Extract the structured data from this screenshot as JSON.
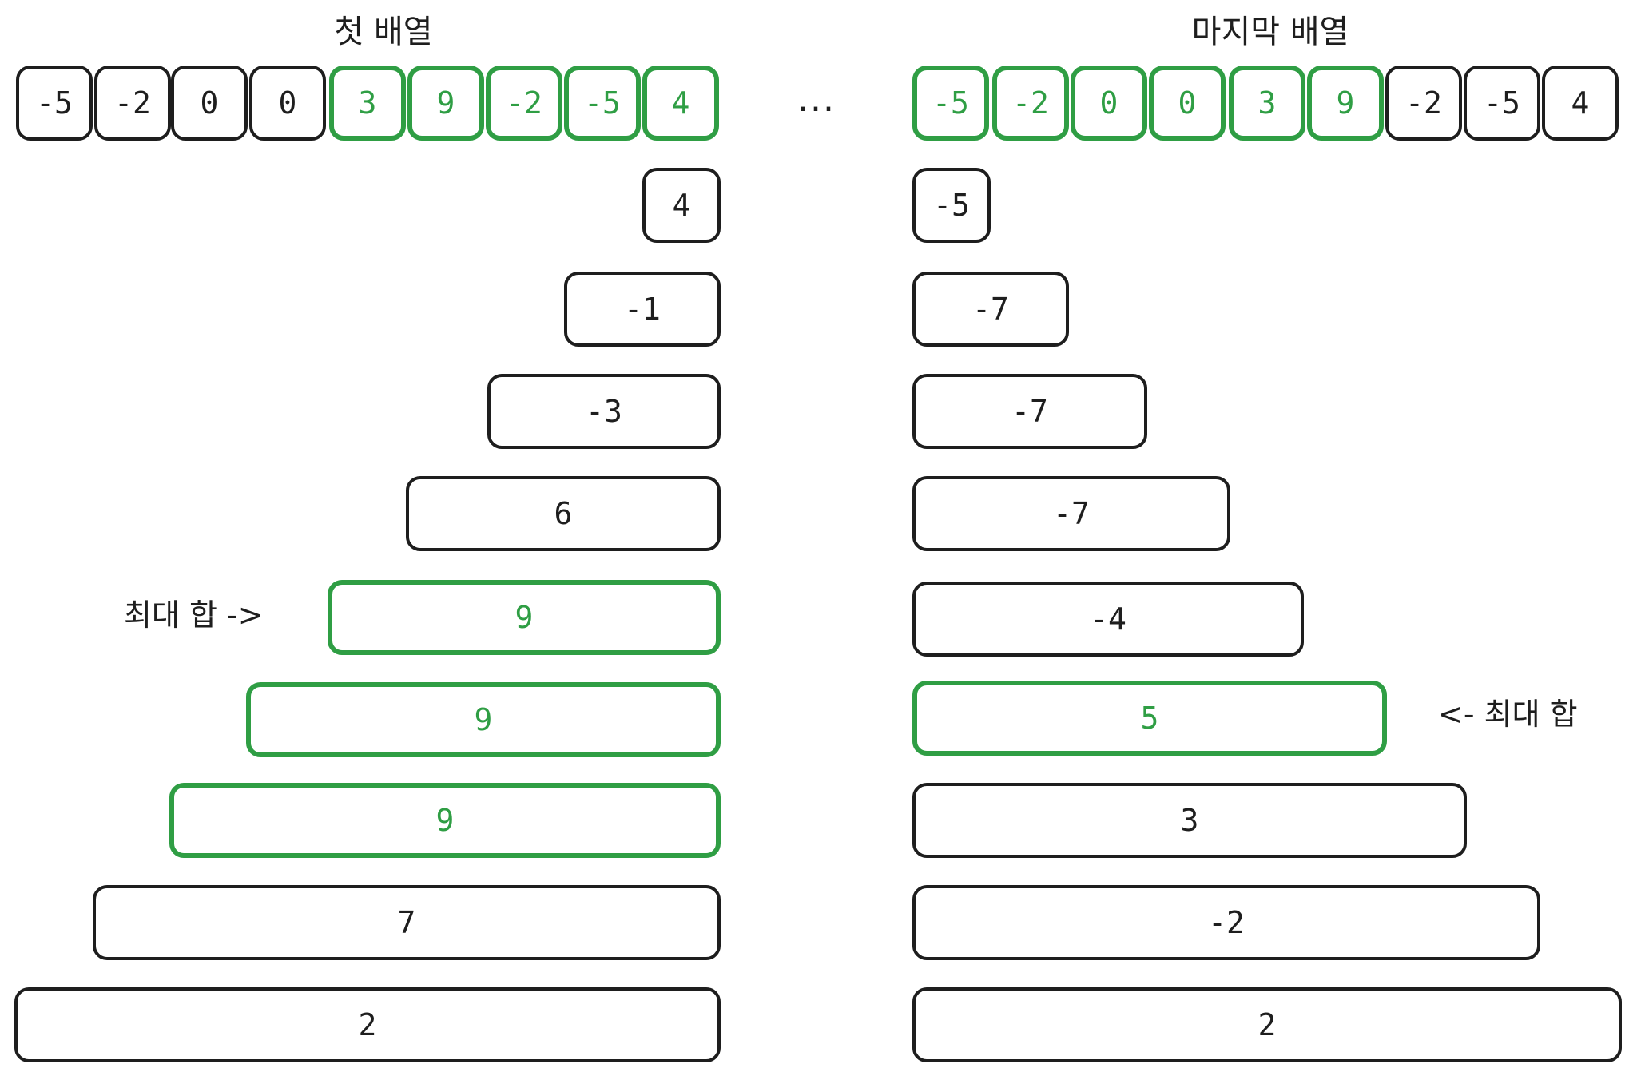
{
  "left": {
    "title": "첫 배열",
    "array": [
      {
        "v": "-5",
        "hl": false
      },
      {
        "v": "-2",
        "hl": false
      },
      {
        "v": "0",
        "hl": false
      },
      {
        "v": "0",
        "hl": false
      },
      {
        "v": "3",
        "hl": true
      },
      {
        "v": "9",
        "hl": true
      },
      {
        "v": "-2",
        "hl": true
      },
      {
        "v": "-5",
        "hl": true
      },
      {
        "v": "4",
        "hl": true
      }
    ],
    "sums": [
      {
        "v": "4",
        "hl": false
      },
      {
        "v": "-1",
        "hl": false
      },
      {
        "v": "-3",
        "hl": false
      },
      {
        "v": "6",
        "hl": false
      },
      {
        "v": "9",
        "hl": true
      },
      {
        "v": "9",
        "hl": true
      },
      {
        "v": "9",
        "hl": true
      },
      {
        "v": "7",
        "hl": false
      },
      {
        "v": "2",
        "hl": false
      }
    ],
    "max_label": "최대 합 ->"
  },
  "ellipsis": "...",
  "right": {
    "title": "마지막 배열",
    "array": [
      {
        "v": "-5",
        "hl": true
      },
      {
        "v": "-2",
        "hl": true
      },
      {
        "v": "0",
        "hl": true
      },
      {
        "v": "0",
        "hl": true
      },
      {
        "v": "3",
        "hl": true
      },
      {
        "v": "9",
        "hl": true
      },
      {
        "v": "-2",
        "hl": false
      },
      {
        "v": "-5",
        "hl": false
      },
      {
        "v": "4",
        "hl": false
      }
    ],
    "sums": [
      {
        "v": "-5",
        "hl": false
      },
      {
        "v": "-7",
        "hl": false
      },
      {
        "v": "-7",
        "hl": false
      },
      {
        "v": "-7",
        "hl": false
      },
      {
        "v": "-4",
        "hl": false
      },
      {
        "v": "5",
        "hl": true
      },
      {
        "v": "3",
        "hl": false
      },
      {
        "v": "-2",
        "hl": false
      },
      {
        "v": "2",
        "hl": false
      }
    ],
    "max_label": "<- 최대 합"
  },
  "colors": {
    "highlight": "#2f9e44",
    "stroke": "#1e1e1e"
  }
}
